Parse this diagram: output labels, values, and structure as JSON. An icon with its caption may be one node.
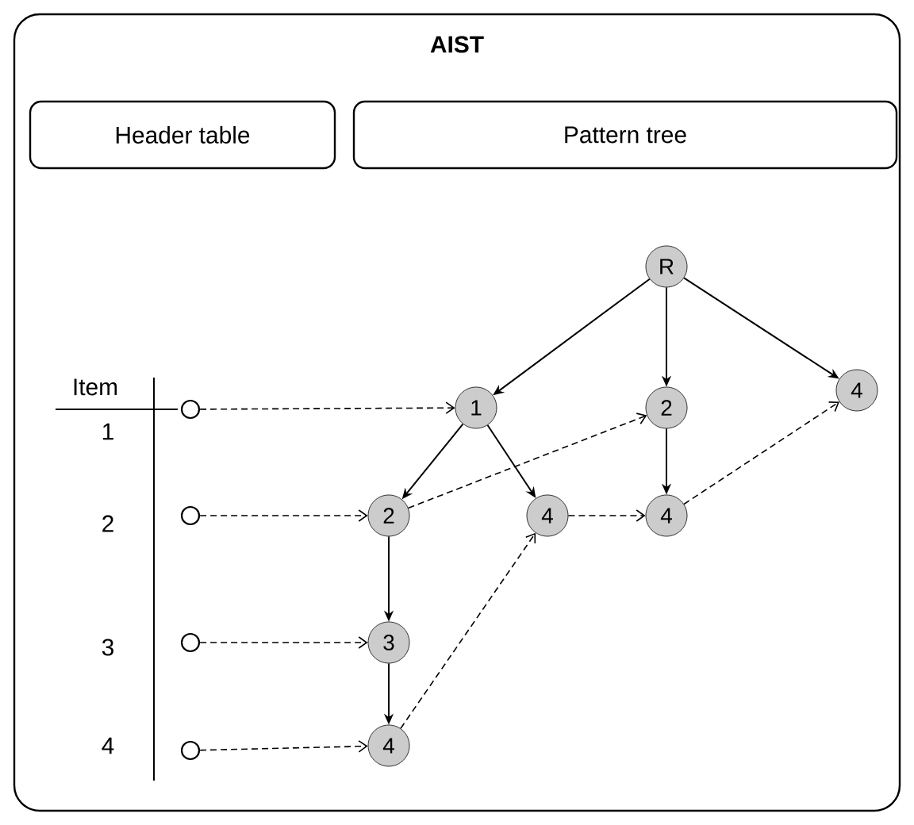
{
  "diagram": {
    "nodes": [
      {
        "text": [
          "AIST"
        ]
      },
      {
        "text": [
          "Header table"
        ],
        "in": 0
      },
      {
        "text": [
          "Pattern tree"
        ],
        "in": 0
      },
      {
        "text": [
          "R"
        ],
        "in": 0
      },
      {
        "text": [
          "1"
        ],
        "in": 0
      },
      {
        "text": [
          "2"
        ],
        "in": 0
      },
      {
        "text": [
          "4"
        ],
        "in": 0
      },
      {
        "text": [
          "2"
        ],
        "in": 0
      },
      {
        "text": [
          "4"
        ],
        "in": 0
      },
      {
        "text": [
          "4"
        ],
        "in": 0
      },
      {
        "text": [
          "3"
        ],
        "in": 0
      },
      {
        "text": [
          "4"
        ],
        "in": 0
      },
      {
        "text": [],
        "shape": "circle",
        "in": 0
      },
      {
        "text": [],
        "shape": "circle",
        "in": 0
      },
      {
        "text": [],
        "shape": "circle",
        "in": 0
      },
      {
        "text": [],
        "shape": "circle",
        "in": 0
      }
    ],
    "edges": [
      {
        "from": 3,
        "to": 4,
        "arrow": "to"
      },
      {
        "from": 3,
        "to": 5,
        "arrow": "to"
      },
      {
        "from": 3,
        "to": 6,
        "arrow": "to"
      },
      {
        "from": 4,
        "to": 7,
        "arrow": "to"
      },
      {
        "from": 4,
        "to": 8,
        "arrow": "to"
      },
      {
        "from": 5,
        "to": 9,
        "arrow": "to"
      },
      {
        "from": 7,
        "to": 10,
        "arrow": "to"
      },
      {
        "from": 10,
        "to": 11,
        "arrow": "to"
      },
      {
        "from": 12,
        "to": 4,
        "arrow": "to",
        "style": "dashed"
      },
      {
        "from": 13,
        "to": 7,
        "arrow": "to",
        "style": "dashed"
      },
      {
        "from": 14,
        "to": 10,
        "arrow": "to",
        "style": "dashed"
      },
      {
        "from": 15,
        "to": 11,
        "arrow": "to",
        "style": "dashed"
      },
      {
        "from": 7,
        "to": 5,
        "arrow": "to",
        "style": "dashed"
      },
      {
        "from": 8,
        "to": 9,
        "arrow": "to",
        "style": "dashed"
      },
      {
        "from": 9,
        "to": 6,
        "arrow": "to",
        "style": "dashed"
      },
      {
        "from": 11,
        "to": 8,
        "arrow": "to",
        "style": "dashed"
      }
    ],
    "labels": [
      "Item",
      "1",
      "2",
      "3",
      "4"
    ]
  }
}
